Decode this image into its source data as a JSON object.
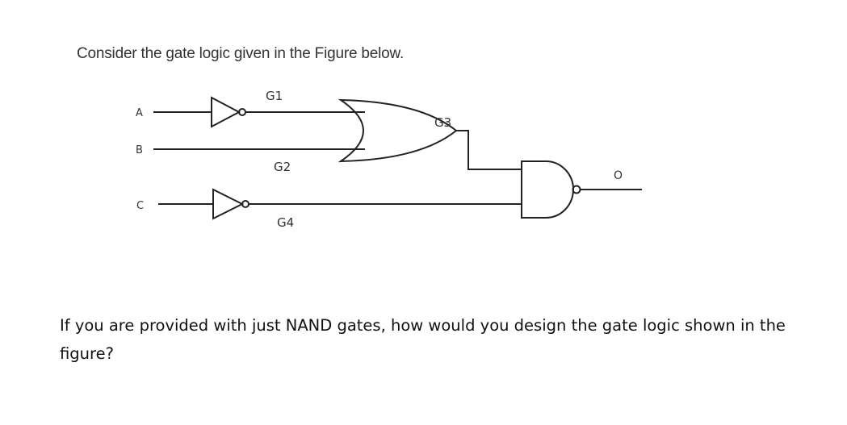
{
  "intro_text": "Consider the gate logic given in the Figure below.",
  "question_text": "If you are provided with just NAND gates, how would you design the gate logic shown in the figure?",
  "diagram": {
    "inputs": {
      "a": "A",
      "b": "B",
      "c": "C"
    },
    "gates": {
      "g1": "G1",
      "g2": "G2",
      "g3": "G3",
      "g4": "G4"
    },
    "output": "O"
  }
}
